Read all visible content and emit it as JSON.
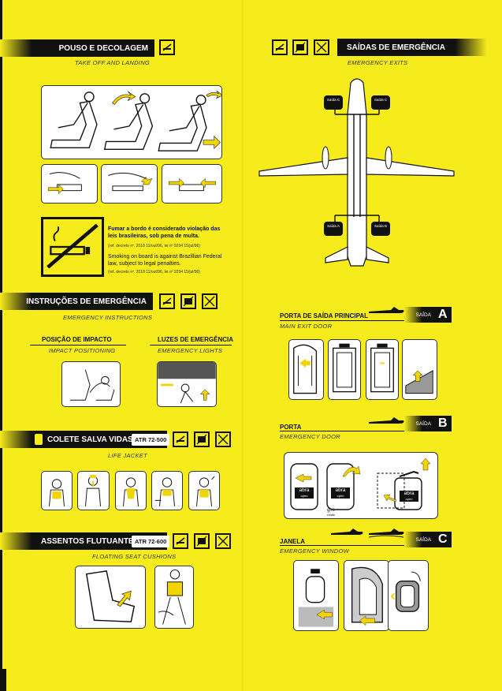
{
  "left": {
    "takeoff": {
      "title": "POUSO E DECOLAGEM",
      "subtitle": "TAKE OFF AND LANDING"
    },
    "smoking": {
      "pt": "Fumar a bordo é considerado violação das leis brasileiras, sob pena de multa.",
      "pt_ref": "(ref. decreto nº. 2018 11/out/96, lei nº 9294 15/jul/96)",
      "en": "Smoking on board is against Brazillian Federal law, subject to legal penalties.",
      "en_ref": "(ref. decreto nº. 2018 11/out/96, lei nº 9294 15/jul/96)"
    },
    "emergency": {
      "title": "INSTRUÇÕES DE EMERGÊNCIA",
      "subtitle": "EMERGENCY INSTRUCTIONS",
      "impact": {
        "title": "POSIÇÃO DE IMPACTO",
        "subtitle": "IMPACT POSITIONING"
      },
      "lights": {
        "title": "LUZES DE EMERGÊNCIA",
        "subtitle": "EMERGENCY LIGHTS"
      }
    },
    "lifejacket": {
      "title": "COLETE SALVA VIDAS",
      "badge": "ATR 72-500",
      "subtitle": "LIFE JACKET"
    },
    "seats": {
      "title": "ASSENTOS FLUTUANTES",
      "badge": "ATR 72-600",
      "subtitle": "FLOATING SEAT CUSHIONS"
    }
  },
  "right": {
    "exits": {
      "title": "SAÍDAS DE EMERGÊNCIA",
      "subtitle": "EMERGENCY EXITS",
      "doors": [
        {
          "label": "Saída C"
        },
        {
          "label": "Saída C"
        },
        {
          "label": "Saída A"
        },
        {
          "label": "Saída B"
        }
      ]
    },
    "main_door": {
      "title": "PORTA DE SAÍDA PRINCIPAL",
      "subtitle": "MAIN EXIT DOOR",
      "tag": "SAÍDA",
      "letter": "A"
    },
    "door": {
      "title": "PORTA",
      "subtitle": "EMERGENCY DOOR",
      "tag": "SAÍDA",
      "letter": "B",
      "abra": "abra",
      "open": "open",
      "gire": "gire",
      "rotate": "rotate"
    },
    "window": {
      "title": "JANELA",
      "subtitle": "EMERGENCY WINDOW",
      "tag": "SAÍDA",
      "letter": "C"
    }
  },
  "colors": {
    "background": "#f6ec1c",
    "bar": "#111111",
    "panel": "#ffffff",
    "arrow": "#f2d400"
  }
}
